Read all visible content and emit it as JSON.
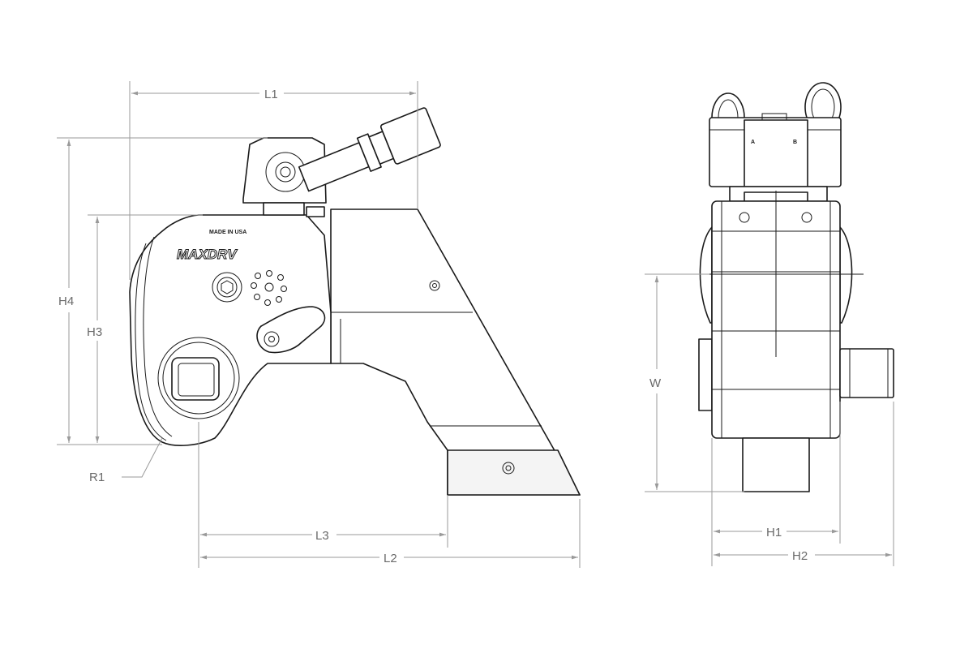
{
  "dimensions": {
    "L1": "L1",
    "L2": "L2",
    "L3": "L3",
    "H1": "H1",
    "H2": "H2",
    "H3": "H3",
    "H4": "H4",
    "W": "W",
    "R1": "R1"
  },
  "tool": {
    "brand_text": "MAXDRV",
    "made_in_text": "MADE IN USA",
    "port_a": "A",
    "port_b": "B"
  }
}
